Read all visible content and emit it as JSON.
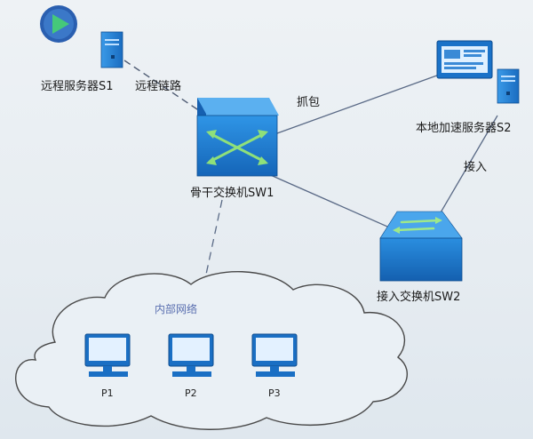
{
  "labels": {
    "remote_server": "远程服务器S1",
    "remote_link": "远程链路",
    "capture": "抓包",
    "local_server": "本地加速服务器S2",
    "access_link": "接入",
    "core_switch": "骨干交换机SW1",
    "access_switch": "接入交换机SW2",
    "internal_network": "内部网络",
    "p1": "P1",
    "p2": "P2",
    "p3": "P3"
  },
  "colors": {
    "switch_blue": "#1f7fd0",
    "switch_dark": "#0f5aa8",
    "line": "#5a6a86",
    "cloud_stroke": "#4a4a4a",
    "server_blue": "#2b86d9",
    "play_green": "#3fbf6f"
  },
  "icons": {
    "play": "play-circle-icon",
    "server": "server-icon",
    "monitor": "monitor-icon",
    "switch": "switch-icon",
    "computer": "computer-icon"
  }
}
